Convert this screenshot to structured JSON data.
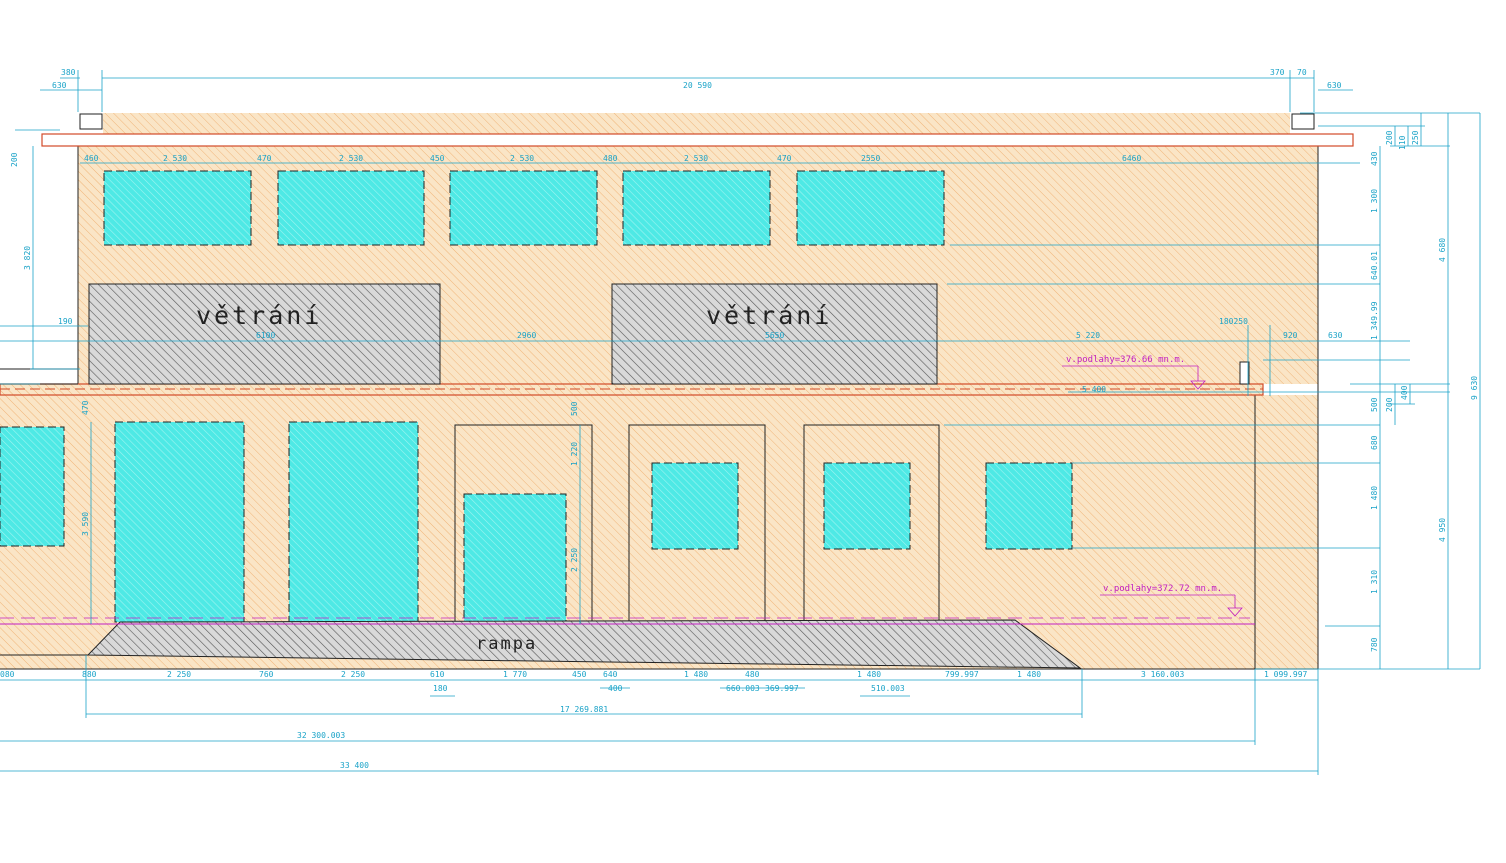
{
  "labels": {
    "vent1": "větrání",
    "vent2": "větrání",
    "rampa": "rampa",
    "level_upper": "v.podlahy=376.66 mn.m.",
    "level_lower": "v.podlahy=372.72 mn.m."
  },
  "dims_top": {
    "d380": "380",
    "d630l": "630",
    "d20590": "20 590",
    "d370": "370",
    "d70": "70",
    "d630r": "630",
    "d460": "460",
    "d2530a": "2 530",
    "d470a": "470",
    "d2530b": "2 530",
    "d450": "450",
    "d2530c": "2 530",
    "d480": "480",
    "d2530d": "2 530",
    "d470b": "470",
    "d2550": "2550",
    "d6460": "6460"
  },
  "dims_mid": {
    "d190": "190",
    "d6100": "6100",
    "d2960": "2960",
    "d5650": "5650",
    "d5220": "5 220",
    "d180250": "180250",
    "d920": "920",
    "d630": "630",
    "d5400": "5 400"
  },
  "dims_bottom": {
    "d080": "080",
    "d880": "880",
    "d2250a": "2 250",
    "d760": "760",
    "d2250b": "2 250",
    "d610": "610",
    "d180": "180",
    "d1770": "1 770",
    "d450": "450",
    "d640": "640",
    "d400": "400",
    "d1480a": "1 480",
    "d480": "480",
    "d660": "660.003",
    "d369": "369.997",
    "d1480b": "1 480",
    "d510": "510.003",
    "d799": "799.997",
    "d1480c": "1 480",
    "d3160": "3 160.003",
    "d1099": "1 099.997",
    "d17269": "17 269.881",
    "d32300": "32 300.003",
    "d33400": "33 400"
  },
  "dims_vert": {
    "v200": "200",
    "v3820": "3 820",
    "v470": "470",
    "v3590": "3 590",
    "v500": "500",
    "v1220": "1 220",
    "v2250": "2 250",
    "v430": "430",
    "v1300": "1 300",
    "v640": "640.01",
    "v1349": "1 349.99",
    "v200b": "200",
    "v110": "110",
    "v250": "250",
    "v4680": "4 680",
    "v9630": "9 630",
    "v500b": "500",
    "v200c": "200",
    "v400": "400",
    "v680": "680",
    "v1480": "1 480",
    "v1310": "1 310",
    "v780": "780",
    "v4950": "4 950"
  },
  "colors": {
    "wall": "#fae5c6",
    "hatch": "#f0b478",
    "glass": "#3de6e2",
    "dark_hatch": "#555555",
    "dim": "#1aa3c8",
    "slab": "#d24a28",
    "level": "#c21fc2"
  }
}
